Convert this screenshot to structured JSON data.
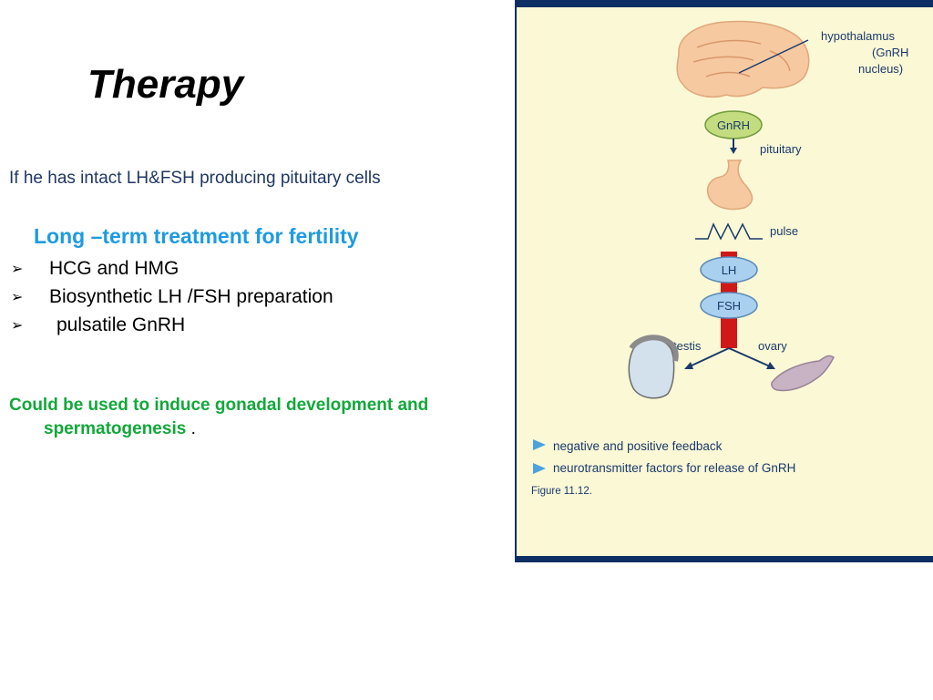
{
  "slide": {
    "title": "Therapy",
    "intro": "If he has intact LH&FSH producing pituitary cells",
    "subheading": "Long –term treatment for fertility",
    "bullets": [
      "HCG and HMG",
      "Biosynthetic LH /FSH preparation",
      " pulsatile GnRH"
    ],
    "conclusion_line1": "Could be used to induce gonadal development and",
    "conclusion_line2": "spermatogenesis",
    "conclusion_end": "."
  },
  "figure": {
    "hypothalamus_label": "hypothalamus",
    "gnrh_nucleus_label": "(GnRH",
    "nucleus_label": "nucleus)",
    "gnrh_badge": "GnRH",
    "pituitary_label": "pituitary",
    "pulse_label": "pulse",
    "lh_badge": "LH",
    "fsh_badge": "FSH",
    "testis_label": "testis",
    "ovary_label": "ovary",
    "legend": [
      "negative and positive feedback",
      "neurotransmitter factors for release of GnRH"
    ],
    "caption": "Figure 11.12."
  },
  "colors": {
    "intro_text": "#1f3864",
    "subheading": "#1e9be0",
    "conclusion": "#12a83a",
    "figure_background": "#fbf8d6",
    "figure_border": "#0e2f63"
  },
  "icons": {
    "bullet": "arrow-bullet-icon",
    "legend": "triangle-pointer-icon"
  }
}
